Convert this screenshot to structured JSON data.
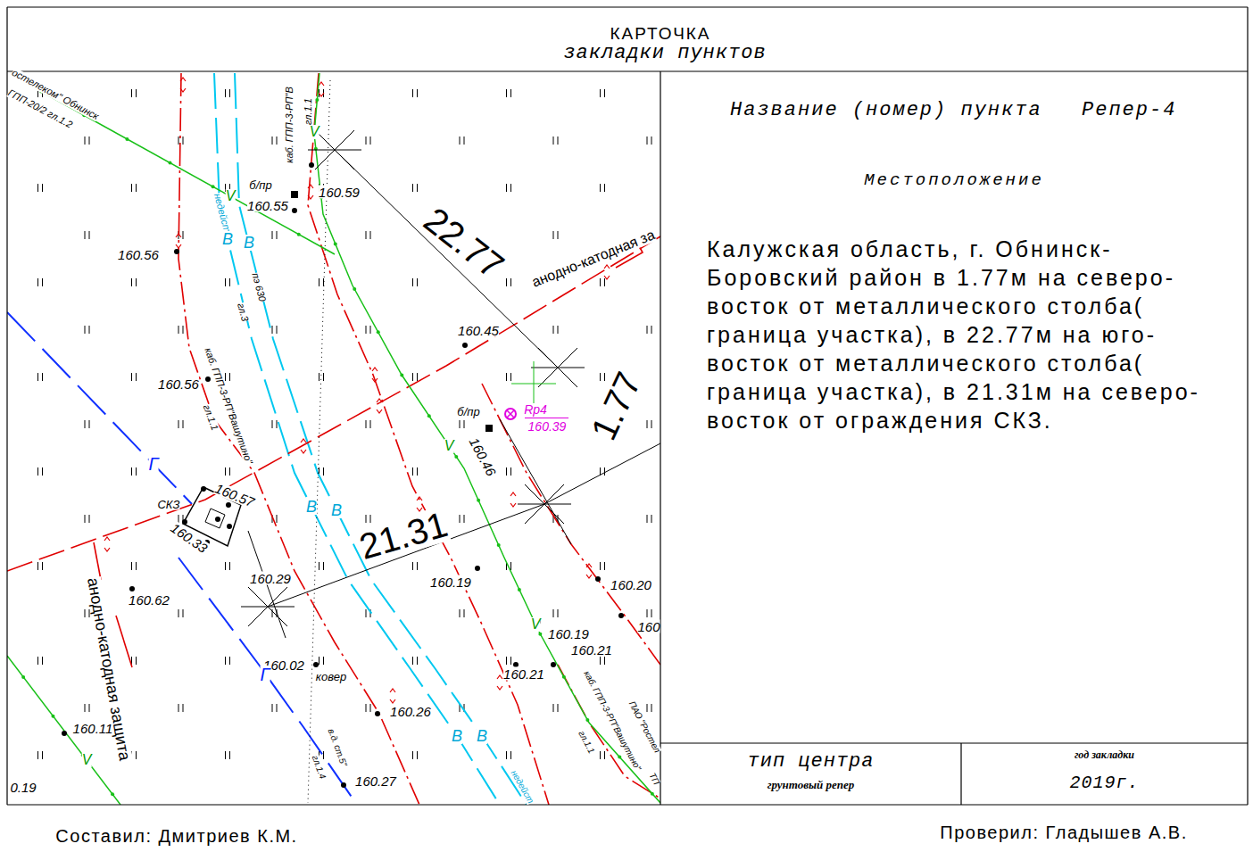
{
  "diagram": {
    "title": "КАРТОЧКА",
    "nodes": [
      {
        "text": [
          "Название (номер) пункта",
          "Репер-4",
          "Местоположение",
          "Калужская область, г. Обнинск-Боровский район в 1.77м на северо-восток от металлического столба( граница участка), в 22.77м на юго-восток от металлического столба( граница участка), в 21.31м на северо-восток от ограждения СКЗ."
        ]
      },
      {
        "text": [
          "тип центра",
          "грунтовый репер"
        ]
      },
      {
        "text": [
          "год закладки",
          "2019г."
        ]
      }
    ],
    "labels": [
      "закладки пунктов",
      "Составил: Дмитриев К.М.",
      "Проверил: Гладышев А.В.",
      "остелеком\" Обнинск",
      "ГПП-20/2 гл.1.2",
      "каб. ГПП-3-РП\"В",
      "гл.1.1",
      "160.59",
      "б/пр",
      "160.55",
      "недейств.",
      "160.56",
      "пэ 630",
      "гл.3",
      "анодно-катодная за",
      "22.77",
      "160.45",
      "160.56",
      "каб. ГПП-3-РП\"Вашутино\"",
      "гл.1.1",
      "б/пр",
      "Rp4",
      "160.39",
      "1.77",
      "160.46",
      "СКЗ",
      "160.57",
      "160.33",
      "21.31",
      "160.62",
      "160.29",
      "160.19",
      "160.20",
      "160",
      "160.19",
      "160.21",
      "160.21",
      "160.02",
      "ковер",
      "160.26",
      "анодно-катодная защита",
      "160.11",
      "160.27",
      "0.19",
      "в.д. ст.5\"",
      "гл.1.4",
      "каб. ГПП-3-РП\"Вашутино\"",
      "гл.1.1",
      "ПАО \"Ростел",
      "ТП",
      "недейст",
      "В",
      "В",
      "В",
      "В",
      "В",
      "В",
      "Г",
      "Г",
      "V",
      "V",
      "V",
      "V",
      "V"
    ]
  }
}
